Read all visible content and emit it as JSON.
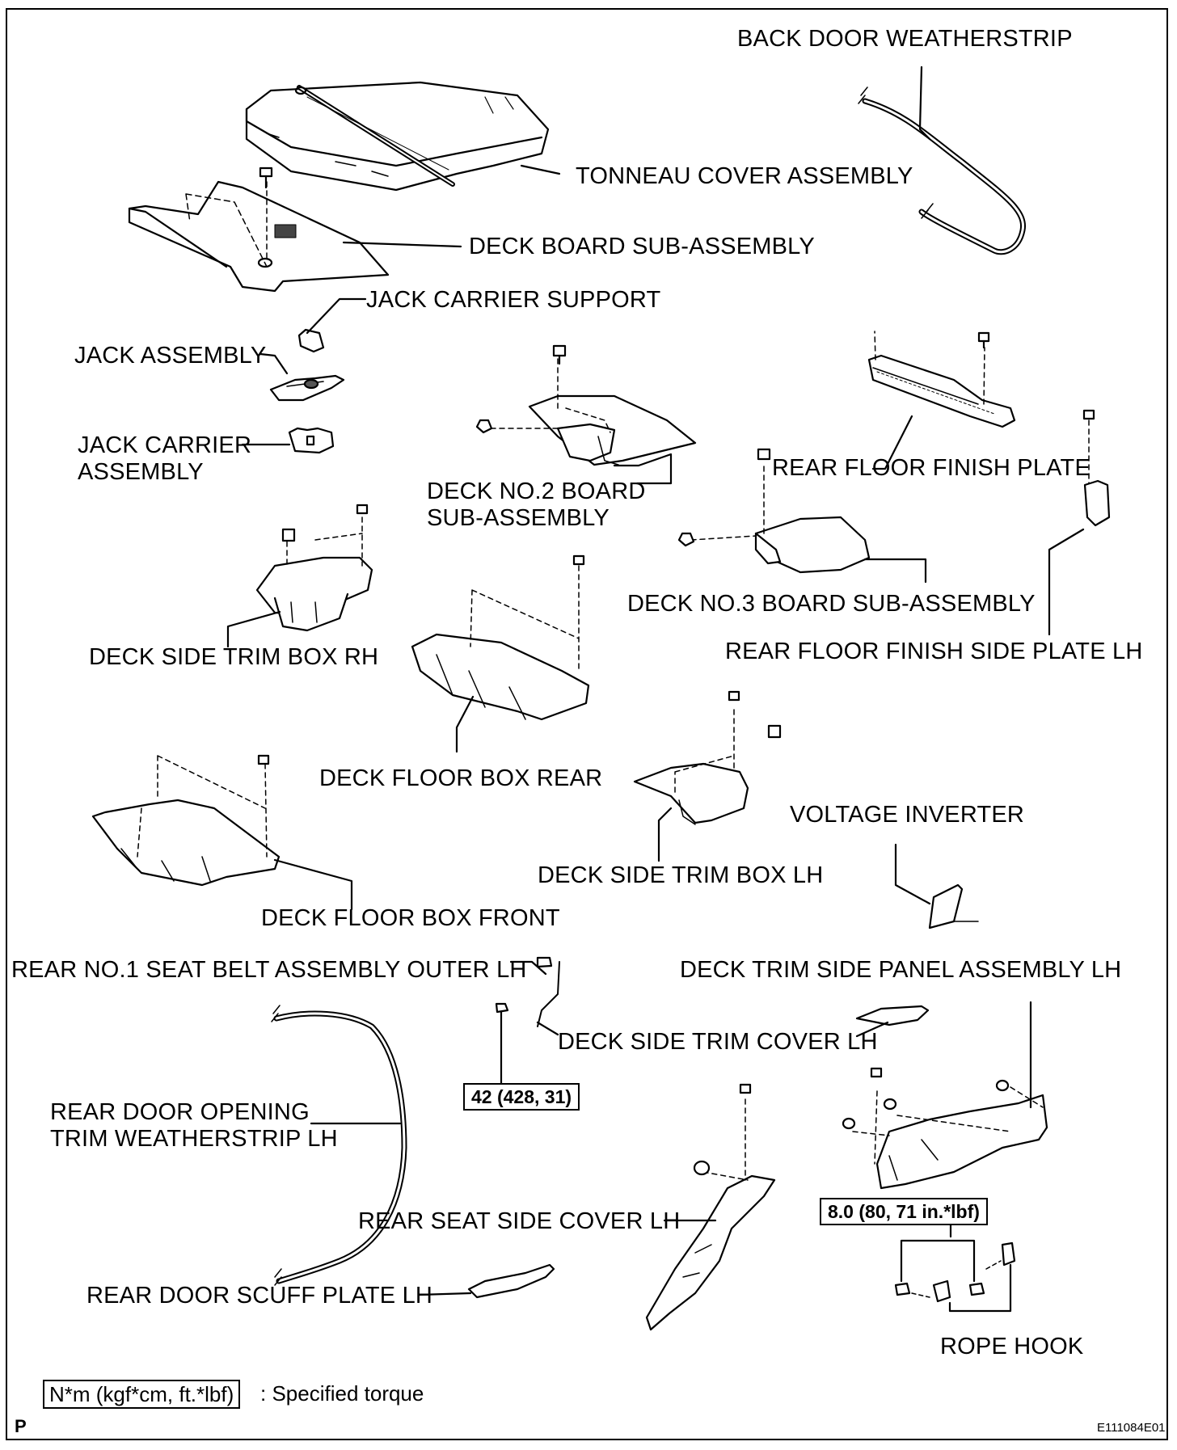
{
  "labels": {
    "back_door_weatherstrip": "BACK DOOR WEATHERSTRIP",
    "tonneau_cover": "TONNEAU COVER ASSEMBLY",
    "deck_board": "DECK BOARD SUB-ASSEMBLY",
    "jack_carrier_support": "JACK CARRIER SUPPORT",
    "jack_assembly": "JACK ASSEMBLY",
    "jack_carrier_assembly": "JACK CARRIER\nASSEMBLY",
    "deck_no2_board": "DECK NO.2 BOARD\nSUB-ASSEMBLY",
    "rear_floor_finish_plate": "REAR FLOOR FINISH PLATE",
    "deck_no3_board": "DECK NO.3 BOARD SUB-ASSEMBLY",
    "rear_floor_finish_side_plate": "REAR FLOOR FINISH SIDE PLATE LH",
    "deck_side_trim_box_rh": "DECK SIDE TRIM BOX RH",
    "deck_floor_box_rear": "DECK FLOOR BOX REAR",
    "voltage_inverter": "VOLTAGE INVERTER",
    "deck_side_trim_box_lh": "DECK SIDE TRIM BOX LH",
    "deck_floor_box_front": "DECK FLOOR BOX FRONT",
    "rear_seat_belt": "REAR NO.1 SEAT BELT ASSEMBLY OUTER LH",
    "deck_trim_side_panel": "DECK TRIM SIDE PANEL ASSEMBLY LH",
    "deck_side_trim_cover": "DECK SIDE TRIM COVER LH",
    "rear_door_opening_trim": "REAR DOOR OPENING\nTRIM WEATHERSTRIP LH",
    "rear_seat_side_cover": "REAR SEAT SIDE COVER LH",
    "rear_door_scuff_plate": "REAR DOOR SCUFF PLATE LH",
    "rope_hook": "ROPE HOOK"
  },
  "torques": {
    "seat_belt_bolt": "42 (428, 31)",
    "rope_hook_bolt": "8.0 (80, 71 in.*lbf)"
  },
  "legend": {
    "unit": "N*m (kgf*cm, ft.*lbf)",
    "text": ": Specified torque"
  },
  "corner_letter": "P",
  "figure_code": "E111084E01"
}
